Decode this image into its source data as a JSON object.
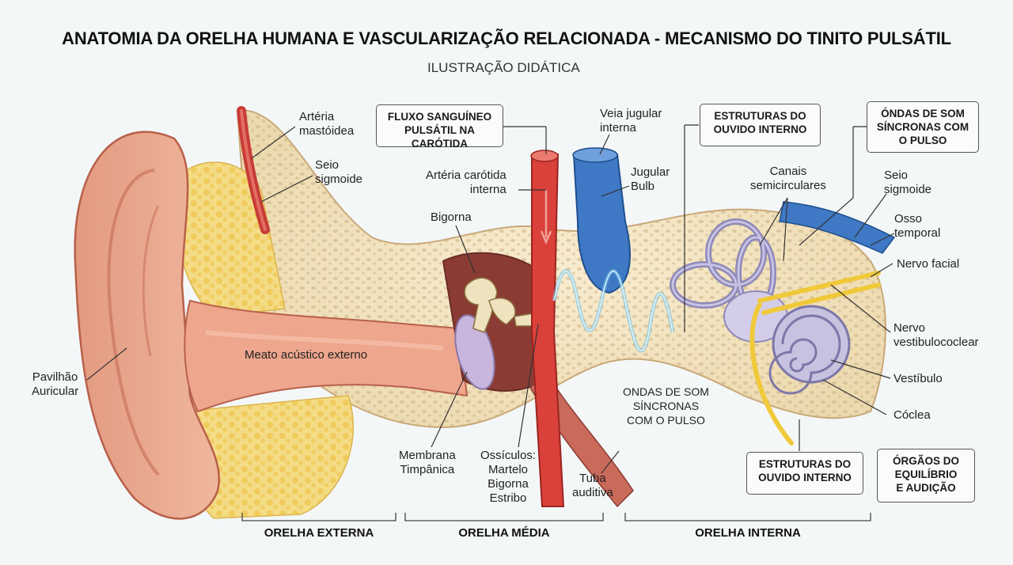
{
  "title": "ANATOMIA DA ORELHA HUMANA E VASCULARIZAÇÃO RELACIONADA - MECANISMO DO TINITO PULSÁTIL",
  "subtitle": "ILUSTRAÇÃO DIDÁTICA",
  "colors": {
    "skin": "#e9a58a",
    "bone": "#f5e6c4",
    "artery": "#d9413a",
    "vein": "#3f78c4",
    "nerve": "#f0c93a",
    "eardrum": "#c8b6dd",
    "wave": "#6fc1e8"
  },
  "labels": {
    "arteria_mastoidea": "Artéria\nmastóidea",
    "seio_sigmoide_left": "Seio\nsigmoide",
    "arteria_carotida": "Artéria carótida\ninterna",
    "bigorna": "Bigorna",
    "veia_jugular": "Veia jugular\ninterna",
    "jugular_bulb": "Jugular\nBulb",
    "canais": "Canais\nsemicirculares",
    "seio_sigmoide_right": "Seio\nsigmoide",
    "osso_temporal": "Osso\ntemporal",
    "nervo_facial": "Nervo facial",
    "nervo_vestibulococlear": "Nervo\nvestibulococlear",
    "vestibulo": "Vestíbulo",
    "coclea": "Cóclea",
    "pavilhao": "Pavilhão\nAuricular",
    "meato": "Meato acústico externo",
    "membrana": "Membrana\nTimpânica",
    "ossiculos": "Ossículos:\nMartelo\nBigorna\nEstribo",
    "tuba": "Tuba\nauditiva",
    "ondas_center": "ONDAS DE SOM\nSÍNCRONAS\nCOM O PULSO"
  },
  "boxes": {
    "fluxo": "FLUXO SANGUÍNEO\nPULSÁTIL NA CARÓTIDA",
    "estruturas_top": "ESTRUTURAS DO\nOUVIDO INTERNO",
    "ondas_top": "ÓNDAS DE SOM\nSÍNCRONAS COM\nO PULSO",
    "estruturas_bottom": "ESTRUTURAS DO\nOUVIDO INTERNO",
    "orgaos": "ÓRGÃOS DO\nEQUILÍBRIO\nE AUDIÇÃO"
  },
  "sections": {
    "externa": "ORELHA EXTERNA",
    "media": "ORELHA MÉDIA",
    "interna": "ORELHA INTERNA"
  }
}
